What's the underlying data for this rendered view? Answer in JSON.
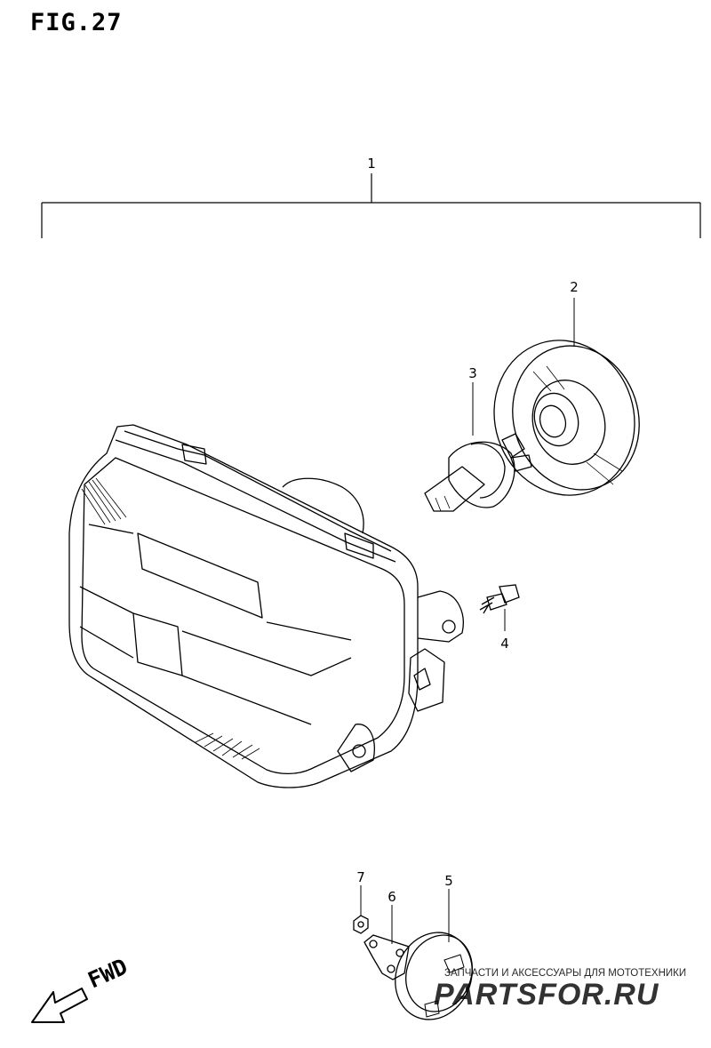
{
  "figure": {
    "title": "FIG.27"
  },
  "callouts": [
    {
      "id": "1",
      "label": "1"
    },
    {
      "id": "2",
      "label": "2"
    },
    {
      "id": "3",
      "label": "3"
    },
    {
      "id": "4",
      "label": "4"
    },
    {
      "id": "5",
      "label": "5"
    },
    {
      "id": "6",
      "label": "6"
    },
    {
      "id": "7",
      "label": "7"
    }
  ],
  "direction": {
    "label": "FWD"
  },
  "watermark": {
    "tagline": "ЗАПЧАСТИ И АКСЕССУАРЫ ДЛЯ МОТОТЕХНИКИ",
    "brand": "PARTSFOR.RU",
    "color": "#e0606a"
  }
}
